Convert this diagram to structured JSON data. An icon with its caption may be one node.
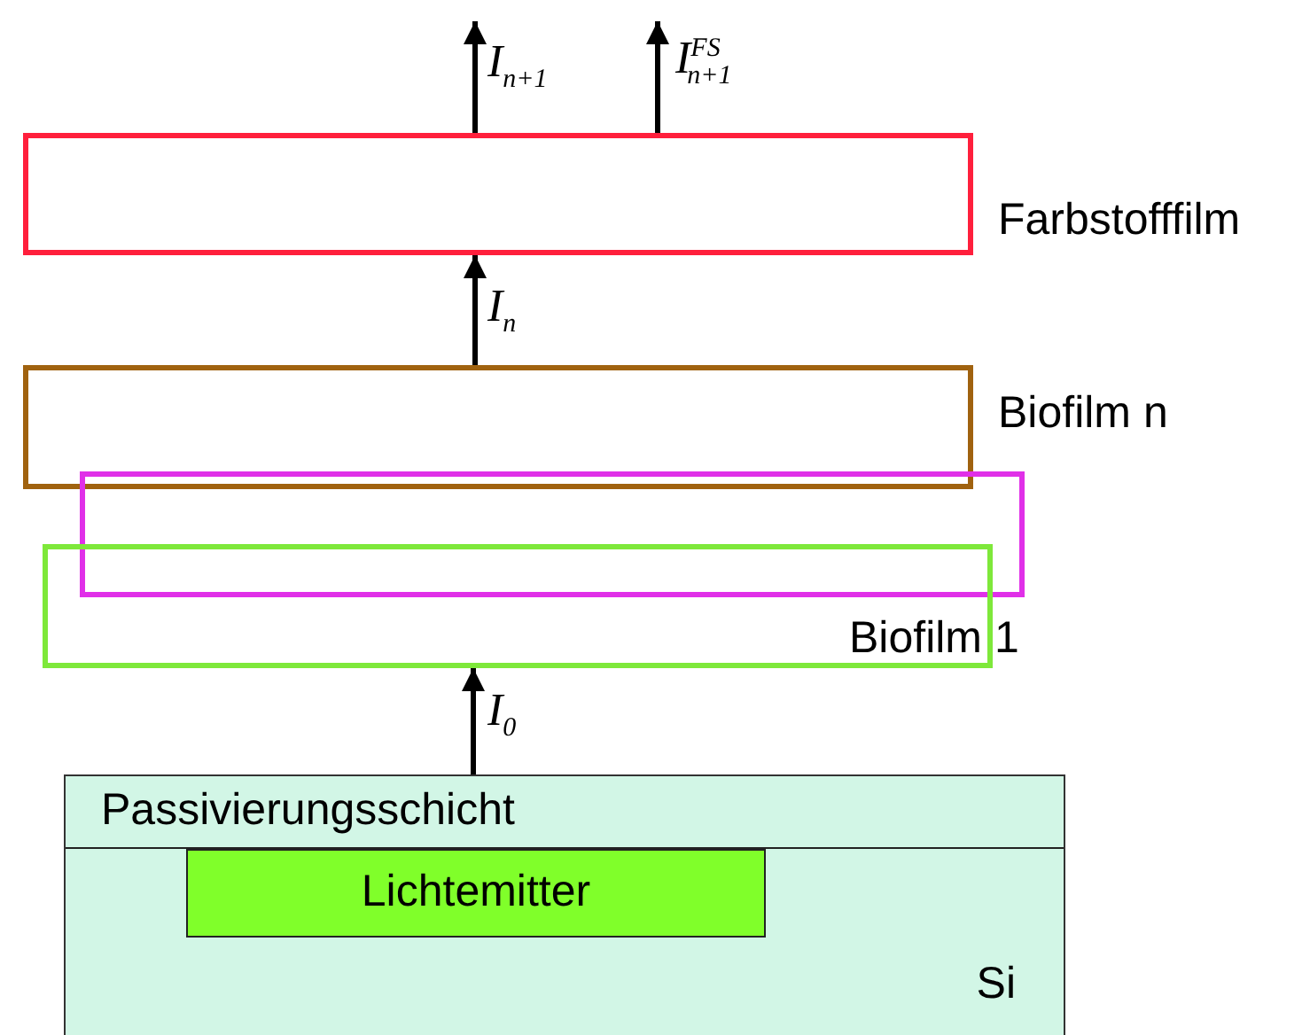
{
  "diagram": {
    "nodes": [
      {
        "text": [
          "Farbstofffilm"
        ]
      },
      {
        "text": [
          "Biofilm n"
        ]
      },
      {
        "text": [],
        "shape": "box"
      },
      {
        "text": [
          "Biofilm 1"
        ]
      },
      {
        "text": [
          "Si"
        ]
      },
      {
        "text": [
          "Passivierungsschicht"
        ],
        "in": 4
      },
      {
        "text": [
          "Lichtemitter"
        ],
        "in": 4
      }
    ],
    "edges": [
      {
        "from": 5,
        "to": 3,
        "arrow": "to",
        "label": "I$_{0}$"
      },
      {
        "from": 1,
        "to": 0,
        "arrow": "to",
        "label": "I$_{n}$"
      },
      {
        "from": 0,
        "to": null,
        "arrow": "to",
        "label": "I$_{n+1}$"
      },
      {
        "from": 0,
        "to": null,
        "arrow": "to",
        "label": "I$^{FS}$$_{n+1}$"
      }
    ]
  }
}
